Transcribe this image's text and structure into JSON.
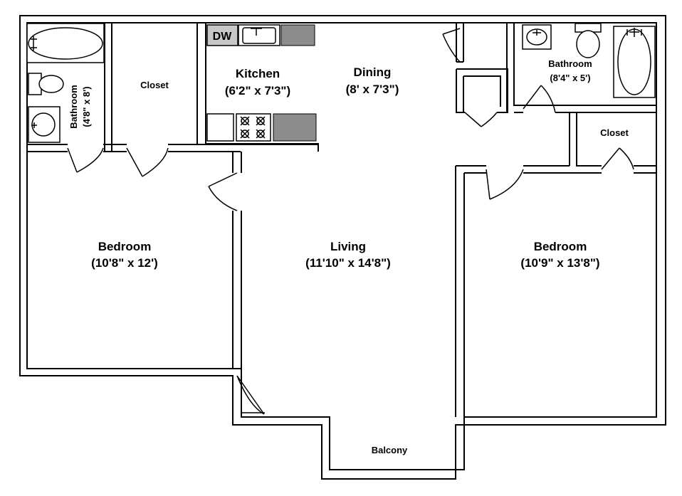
{
  "rooms": {
    "bedroom_left": {
      "name": "Bedroom",
      "size": "(10'8\" x 12')"
    },
    "living": {
      "name": "Living",
      "size": "(11'10\" x 14'8\")"
    },
    "bedroom_right": {
      "name": "Bedroom",
      "size": "(10'9\" x 13'8\")"
    },
    "kitchen": {
      "name": "Kitchen",
      "size": "(6'2\" x 7'3\")"
    },
    "dining": {
      "name": "Dining",
      "size": "(8' x 7'3\")"
    },
    "bathroom_left": {
      "name": "Bathroom",
      "size": "(4'8\" x 8')"
    },
    "bathroom_right": {
      "name": "Bathroom",
      "size": "(8'4\" x 5')"
    },
    "closet_left": {
      "name": "Closet"
    },
    "closet_right": {
      "name": "Closet"
    },
    "balcony": {
      "name": "Balcony"
    }
  },
  "appliances": {
    "dishwasher": "DW"
  },
  "colors": {
    "walls": "#000000",
    "background": "#ffffff",
    "counter": "#8c8c8c"
  }
}
